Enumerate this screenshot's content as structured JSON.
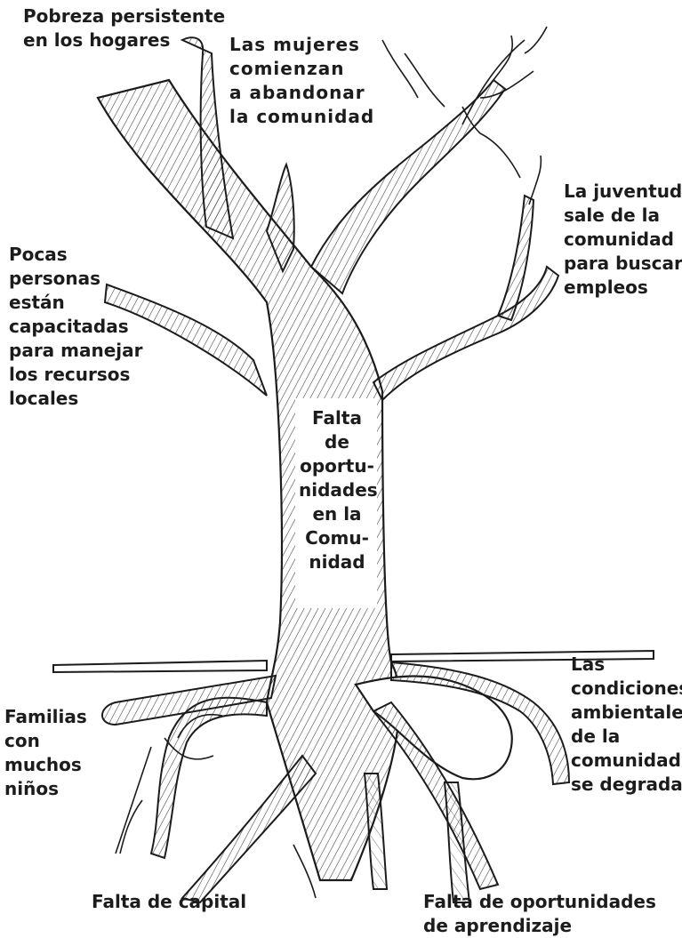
{
  "diagram": {
    "trunk_problem": "Falta\nde\noportu-\nnidades\nen la\nComu-\nnidad",
    "effects": {
      "household_poverty": "Pobreza persistente\nen los hogares",
      "women_leave": "Las mujeres\ncomienzan\na abandonar\nla comunidad",
      "youth_leave": "La juventud\nsale de la\ncomunidad\npara buscar\nempleos",
      "few_trained": "Pocas\npersonas\nestán\ncapacitadas\npara manejar\nlos recursos\nlocales"
    },
    "causes": {
      "large_families": "Familias\ncon\nmuchos\nniños",
      "environment": "Las\ncondiciones\nambientales\nde la\ncomunidad\nse degradan",
      "lack_capital": "Falta de capital",
      "lack_learning": "Falta de oportunidades\nde aprendizaje"
    }
  },
  "colors": {
    "ink": "#1c1c1c",
    "bark_fill": "#ffffff",
    "hatch": "#3a3a3a"
  }
}
